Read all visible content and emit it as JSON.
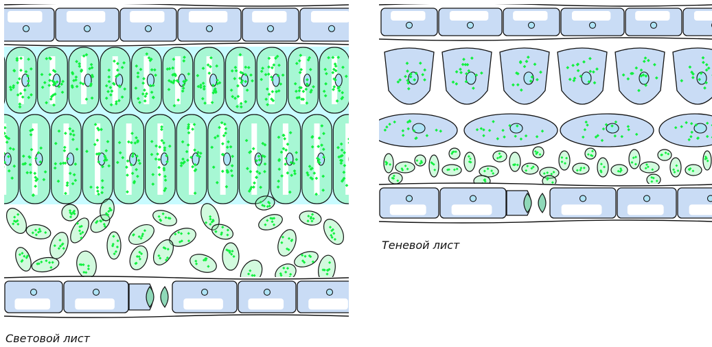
{
  "diagram": {
    "panels": [
      {
        "id": "sun",
        "caption": "Световой лист"
      },
      {
        "id": "shade",
        "caption": "Теневой лист"
      }
    ],
    "colors": {
      "epidermis_fill": "#c9dcf5",
      "vacuole": "#ffffff",
      "nucleus_fill": "#aee3f5",
      "palisade_glow": "#c8fbff",
      "mesophyll_fill": "#7ff2a0",
      "chloroplast": "#12f040",
      "outline": "#111111",
      "guard_cell_fill": "#8fd8b8"
    }
  }
}
